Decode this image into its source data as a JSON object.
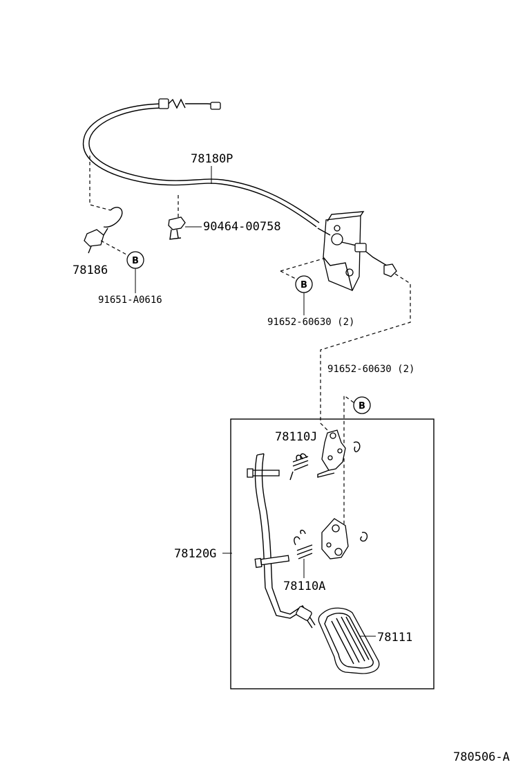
{
  "parts": {
    "cable": "78180P",
    "clamp": "90464-00758",
    "cable_clip": "78186",
    "clip_bolt": "91651-A0616",
    "bracket_bolts": "91652-60630 (2)",
    "pedal_bolts": "91652-60630 (2)",
    "bracket_j": "78110J",
    "pedal_lever": "78120G",
    "bracket_a": "78110A",
    "pedal_pad": "78111"
  },
  "callout_letter": "B",
  "diagram_code": "780506-A"
}
